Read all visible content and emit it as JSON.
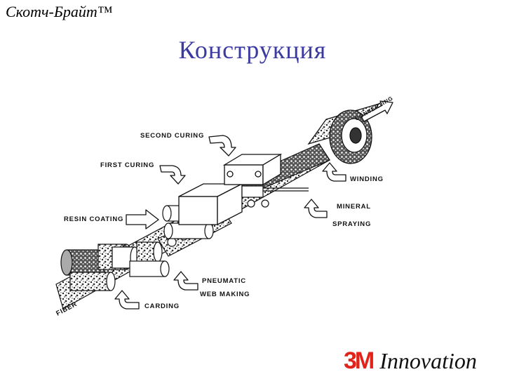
{
  "header": {
    "text": "Скотч-Брайт™"
  },
  "title": "Конструкция",
  "diagram": {
    "labels": {
      "second_curing": "SECOND CURING",
      "first_curing": "FIRST CURING",
      "resin_coating": "RESIN  COATING",
      "winding": "WINDING",
      "mineral": "MINERAL",
      "spraying": "SPRAYING",
      "pneumatic": "PNEUMATIC",
      "web_making": "WEB MAKING",
      "carding": "CARDING",
      "fiber": "FIBER",
      "converting": "CONVERTING"
    }
  },
  "logo": {
    "mark": "3M",
    "text": "Innovation",
    "color": "#e2231a"
  }
}
